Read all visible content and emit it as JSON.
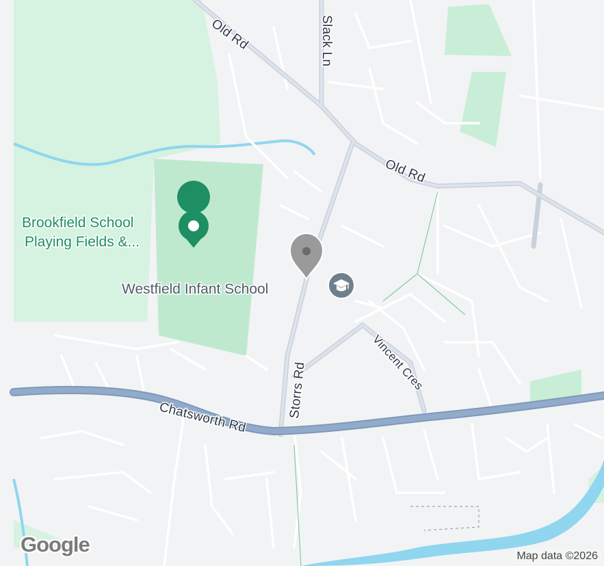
{
  "map": {
    "roads": {
      "old_rd_1": "Old Rd",
      "old_rd_2": "Old Rd",
      "slack_ln": "Slack Ln",
      "storrs_rd": "Storrs Rd",
      "vincent_cres": "Vincent Cres",
      "chatsworth_rd": "Chatsworth Rd"
    },
    "pois": {
      "brookfield_line1": "Brookfield School",
      "brookfield_line2": "Playing Fields &...",
      "westfield": "Westfield Infant School"
    },
    "branding": "Google",
    "attribution": "Map data ©2026",
    "colors": {
      "land": "#f2f3f5",
      "park": "#d6f2e1",
      "park_dark": "#bfe9cf",
      "water": "#8fd6ee",
      "major_road": "#8ea6c6",
      "minor_road": "#ffffff",
      "poi_green": "#1e8e63",
      "poi_grey": "#6f7f8c"
    },
    "icons": [
      "park-marker-icon",
      "school-icon",
      "dropped-pin-icon"
    ]
  }
}
